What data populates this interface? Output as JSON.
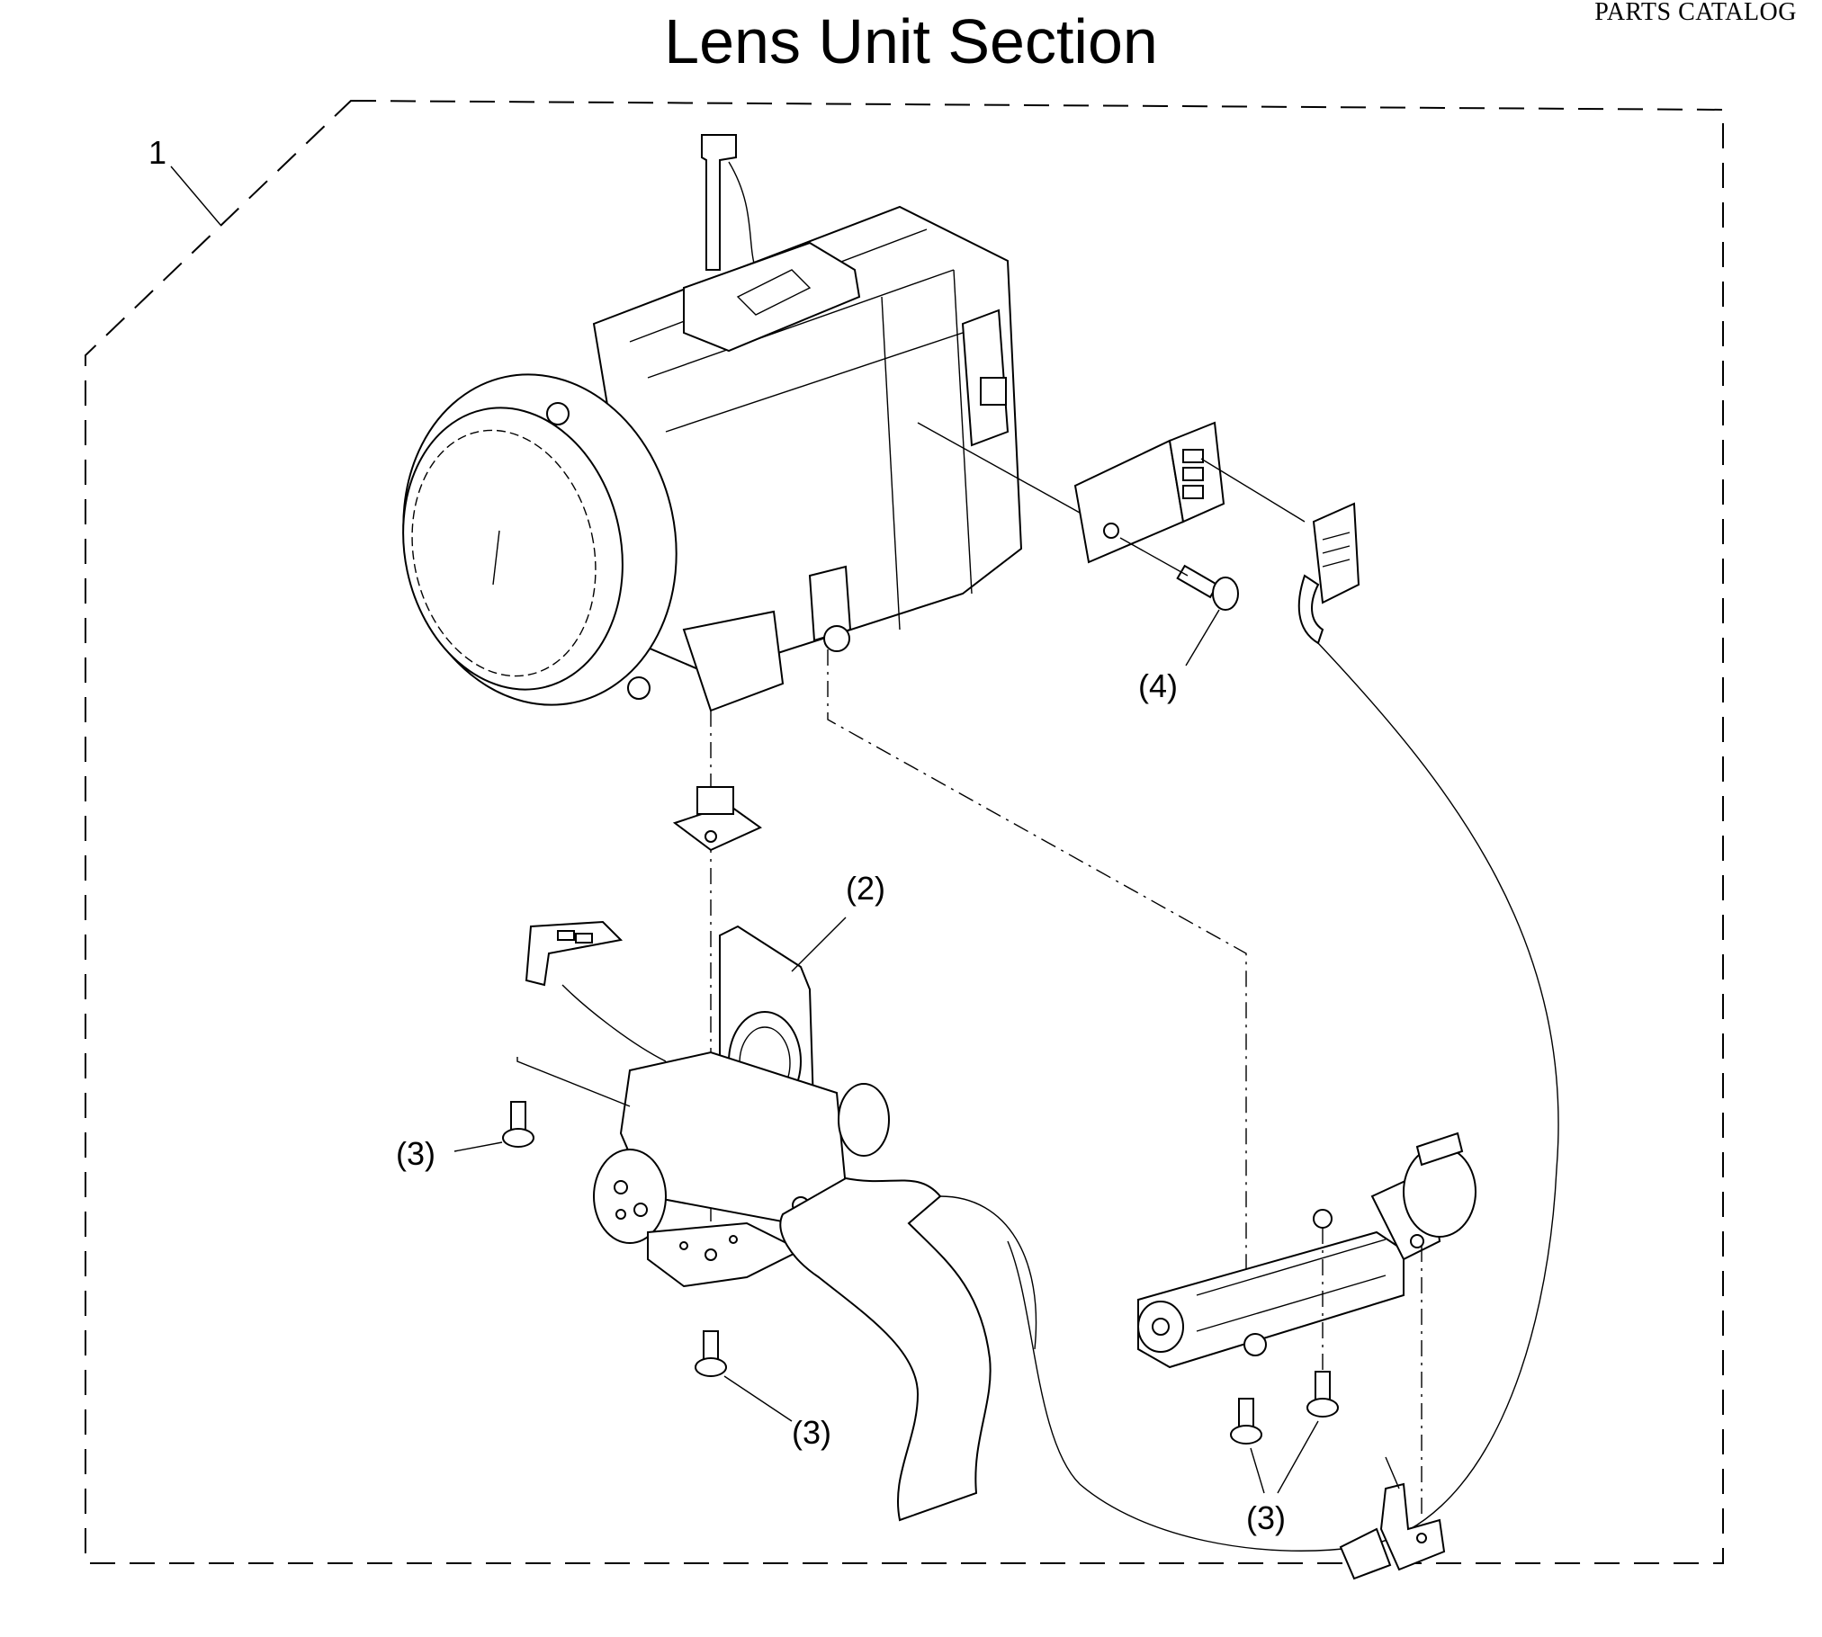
{
  "header": {
    "catalog_label": "PARTS CATALOG",
    "title": "Lens Unit Section"
  },
  "callouts": {
    "assembly": "1",
    "part2": "(2)",
    "part3_left": "(3)",
    "part3_bottom": "(3)",
    "part3_right": "(3)",
    "part4": "(4)"
  }
}
